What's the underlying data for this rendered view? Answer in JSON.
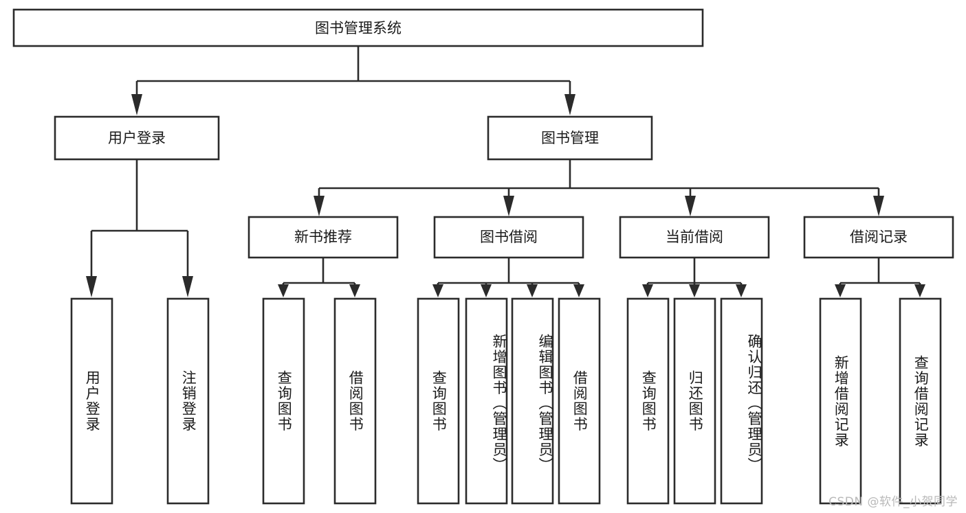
{
  "diagram": {
    "type": "tree-hierarchy-chart",
    "title_node": {
      "label": "图书管理系统"
    },
    "level2": [
      {
        "id": "user-login",
        "label": "用户登录"
      },
      {
        "id": "book-manage",
        "label": "图书管理"
      }
    ],
    "level3": [
      {
        "id": "new-book-recommend",
        "label": "新书推荐"
      },
      {
        "id": "book-borrow",
        "label": "图书借阅"
      },
      {
        "id": "current-borrow",
        "label": "当前借阅"
      },
      {
        "id": "borrow-record",
        "label": "借阅记录"
      }
    ],
    "leaves": {
      "user_login": [
        {
          "id": "leaf-user-login",
          "label": "用户登录"
        },
        {
          "id": "leaf-logout-login",
          "label": "注销登录"
        }
      ],
      "new_book_recommend": [
        {
          "id": "leaf-query-book-1",
          "label": "查询图书"
        },
        {
          "id": "leaf-borrow-book-1",
          "label": "借阅图书"
        }
      ],
      "book_borrow": [
        {
          "id": "leaf-query-book-2",
          "label": "查询图书"
        },
        {
          "id": "leaf-add-book",
          "label": "新增图书（管理员）"
        },
        {
          "id": "leaf-edit-book",
          "label": "编辑图书（管理员）"
        },
        {
          "id": "leaf-borrow-book-2",
          "label": "借阅图书"
        }
      ],
      "current_borrow": [
        {
          "id": "leaf-query-book-3",
          "label": "查询图书"
        },
        {
          "id": "leaf-return-book",
          "label": "归还图书"
        },
        {
          "id": "leaf-confirm-return",
          "label": "确认归还（管理员）"
        }
      ],
      "borrow_record": [
        {
          "id": "leaf-add-record",
          "label": "新增借阅记录"
        },
        {
          "id": "leaf-query-record",
          "label": "查询借阅记录"
        }
      ]
    }
  },
  "watermark": {
    "text": "CSDN @软件_小贺同学"
  },
  "colors": {
    "stroke": "#2b2b2b",
    "fill": "#ffffff",
    "text": "#1a1a1a",
    "watermark": "#b9b9b9"
  }
}
